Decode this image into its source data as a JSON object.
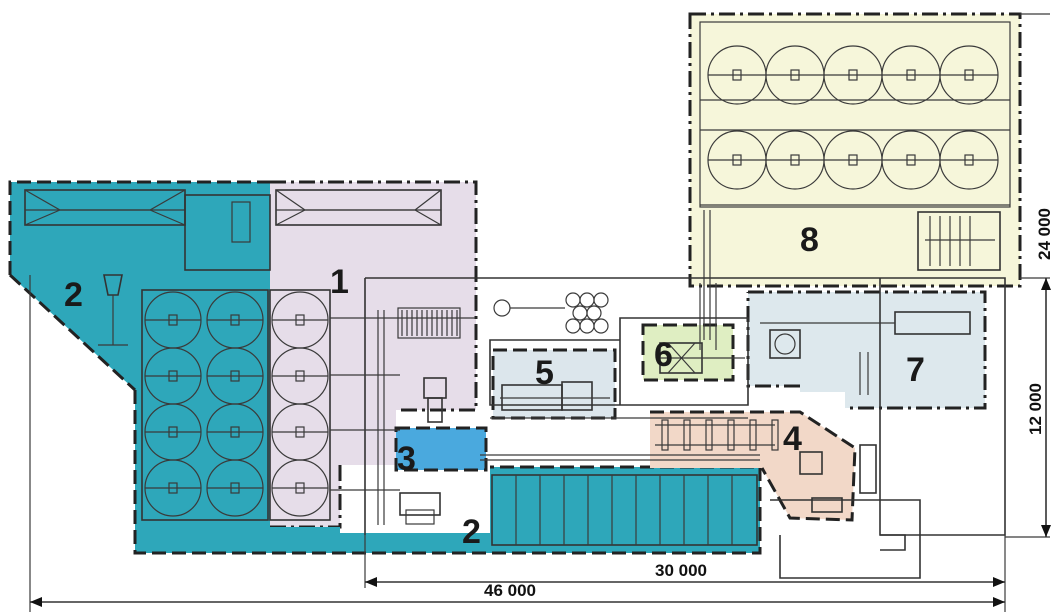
{
  "zones": [
    {
      "id": "zone-1",
      "label": "1",
      "color": "#e6dde9"
    },
    {
      "id": "zone-2-left",
      "label": "2",
      "color": "#2ea7ba"
    },
    {
      "id": "zone-2-bottom",
      "label": "2",
      "color": "#2ea7ba"
    },
    {
      "id": "zone-3",
      "label": "3",
      "color": "#4aa9de"
    },
    {
      "id": "zone-4",
      "label": "4",
      "color": "#f2d8c8"
    },
    {
      "id": "zone-5",
      "label": "5",
      "color": "#dce6ec"
    },
    {
      "id": "zone-6",
      "label": "6",
      "color": "#dfeec2"
    },
    {
      "id": "zone-7",
      "label": "7",
      "color": "#dde8ed"
    },
    {
      "id": "zone-8",
      "label": "8",
      "color": "#f6f6da"
    }
  ],
  "dimensions": {
    "width_total": "46 000",
    "width_partial": "30 000",
    "height_right_lower": "12 000",
    "height_right_upper": "24 000"
  },
  "colors": {
    "line": "#333333",
    "dim_line": "#111111"
  }
}
